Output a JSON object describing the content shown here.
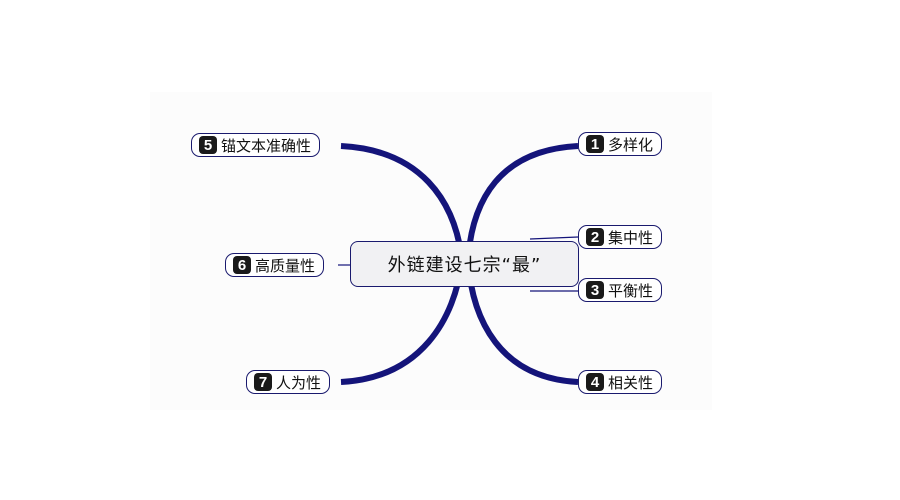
{
  "diagram": {
    "type": "mind-map",
    "central_topic": "外链建设七宗“最”",
    "branches": [
      {
        "number": "1",
        "label": "多样化",
        "side": "right"
      },
      {
        "number": "2",
        "label": "集中性",
        "side": "right"
      },
      {
        "number": "3",
        "label": "平衡性",
        "side": "right"
      },
      {
        "number": "4",
        "label": "相关性",
        "side": "right"
      },
      {
        "number": "5",
        "label": "锚文本准确性",
        "side": "left"
      },
      {
        "number": "6",
        "label": "高质量性",
        "side": "left"
      },
      {
        "number": "7",
        "label": "人为性",
        "side": "left"
      }
    ],
    "colors": {
      "connector": "#14147a",
      "node_border": "#1a1a6e",
      "badge_bg": "#1a1a1a",
      "center_bg": "#f1f1f3"
    }
  }
}
